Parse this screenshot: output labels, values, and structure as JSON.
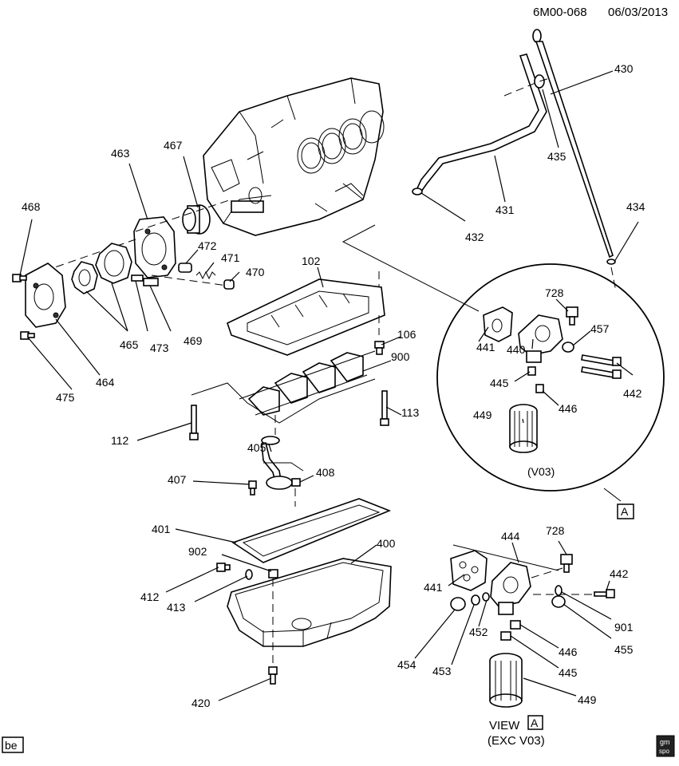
{
  "header": {
    "diagram_code": "6M00-068",
    "date": "06/03/2013"
  },
  "callouts": [
    {
      "id": "c430",
      "text": "430"
    },
    {
      "id": "c435",
      "text": "435"
    },
    {
      "id": "c431",
      "text": "431"
    },
    {
      "id": "c432",
      "text": "432"
    },
    {
      "id": "c434",
      "text": "434"
    },
    {
      "id": "c463",
      "text": "463"
    },
    {
      "id": "c467",
      "text": "467"
    },
    {
      "id": "c468",
      "text": "468"
    },
    {
      "id": "c472",
      "text": "472"
    },
    {
      "id": "c471",
      "text": "471"
    },
    {
      "id": "c470",
      "text": "470"
    },
    {
      "id": "c102",
      "text": "102"
    },
    {
      "id": "c465",
      "text": "465"
    },
    {
      "id": "c473",
      "text": "473"
    },
    {
      "id": "c469",
      "text": "469"
    },
    {
      "id": "c464",
      "text": "464"
    },
    {
      "id": "c475",
      "text": "475"
    },
    {
      "id": "c106",
      "text": "106"
    },
    {
      "id": "c900",
      "text": "900"
    },
    {
      "id": "c113",
      "text": "113"
    },
    {
      "id": "c112",
      "text": "112"
    },
    {
      "id": "c405",
      "text": "405"
    },
    {
      "id": "c407",
      "text": "407"
    },
    {
      "id": "c408",
      "text": "408"
    },
    {
      "id": "c401",
      "text": "401"
    },
    {
      "id": "c400",
      "text": "400"
    },
    {
      "id": "c902",
      "text": "902"
    },
    {
      "id": "c412",
      "text": "412"
    },
    {
      "id": "c413",
      "text": "413"
    },
    {
      "id": "c420",
      "text": "420"
    },
    {
      "id": "c728a",
      "text": "728"
    },
    {
      "id": "c441a",
      "text": "441"
    },
    {
      "id": "c440",
      "text": "440"
    },
    {
      "id": "c457",
      "text": "457"
    },
    {
      "id": "c445a",
      "text": "445"
    },
    {
      "id": "c446a",
      "text": "446"
    },
    {
      "id": "c442a",
      "text": "442"
    },
    {
      "id": "c449a",
      "text": "449"
    },
    {
      "id": "c444",
      "text": "444"
    },
    {
      "id": "c728b",
      "text": "728"
    },
    {
      "id": "c442b",
      "text": "442"
    },
    {
      "id": "c441b",
      "text": "441"
    },
    {
      "id": "c901",
      "text": "901"
    },
    {
      "id": "c455",
      "text": "455"
    },
    {
      "id": "c452",
      "text": "452"
    },
    {
      "id": "c446b",
      "text": "446"
    },
    {
      "id": "c454",
      "text": "454"
    },
    {
      "id": "c453",
      "text": "453"
    },
    {
      "id": "c445b",
      "text": "445"
    },
    {
      "id": "c449b",
      "text": "449"
    }
  ],
  "detail_circle": {
    "variant_label": "(V03)",
    "marker": "A"
  },
  "view_label": {
    "view": "VIEW",
    "marker": "A",
    "note": "(EXC V03)"
  },
  "corner": {
    "left_badge": "be",
    "right_badge_top": "gm",
    "right_badge_bottom": "spo"
  }
}
